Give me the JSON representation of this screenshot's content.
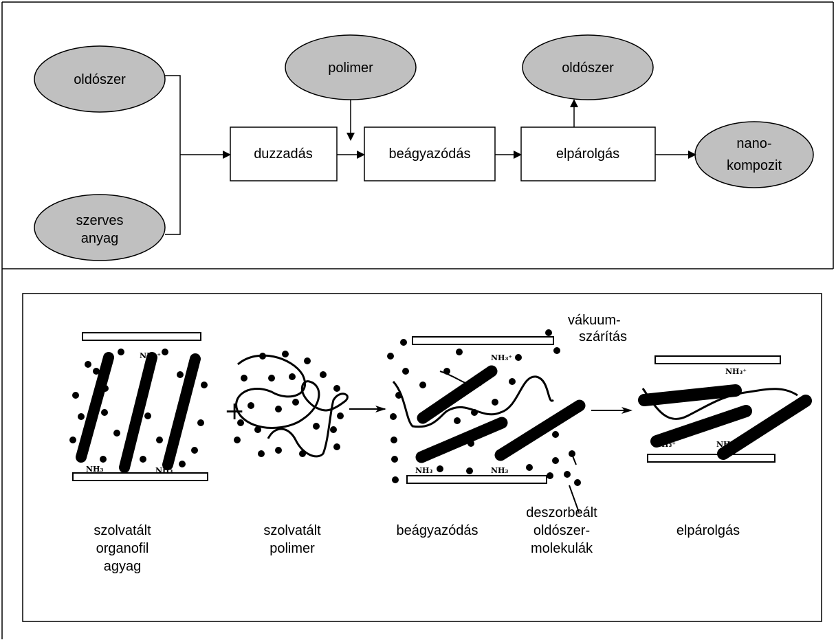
{
  "flowchart": {
    "inputs": {
      "solvent": "oldószer",
      "organic_1": "szerves",
      "organic_2": "anyag",
      "polymer": "polimer"
    },
    "outputs": {
      "solvent": "oldószer",
      "nano_1": "nano-",
      "nano_2": "kompozit"
    },
    "steps": {
      "swelling": "duzzadás",
      "embedding": "beágyazódás",
      "evaporation": "elpárolgás"
    }
  },
  "schematic": {
    "labels": {
      "clay_1": "szolvatált",
      "clay_2": "organofil",
      "clay_3": "agyag",
      "polymer_1": "szolvatált",
      "polymer_2": "polimer",
      "embedding": "beágyazódás",
      "desorbed_1": "deszorbeált",
      "desorbed_2": "oldószer-",
      "desorbed_3": "molekulák",
      "evaporation": "elpárolgás",
      "vacuum_1": "vákuum-",
      "vacuum_2": "szárítás"
    },
    "chem_labels": {
      "nh3_plus": "NH₃⁺",
      "nh3": "NH₃"
    },
    "operators": {
      "plus": "+"
    }
  },
  "colors": {
    "ellipse_fill": "#c0c0c0",
    "stroke": "#000000",
    "background": "#ffffff"
  }
}
